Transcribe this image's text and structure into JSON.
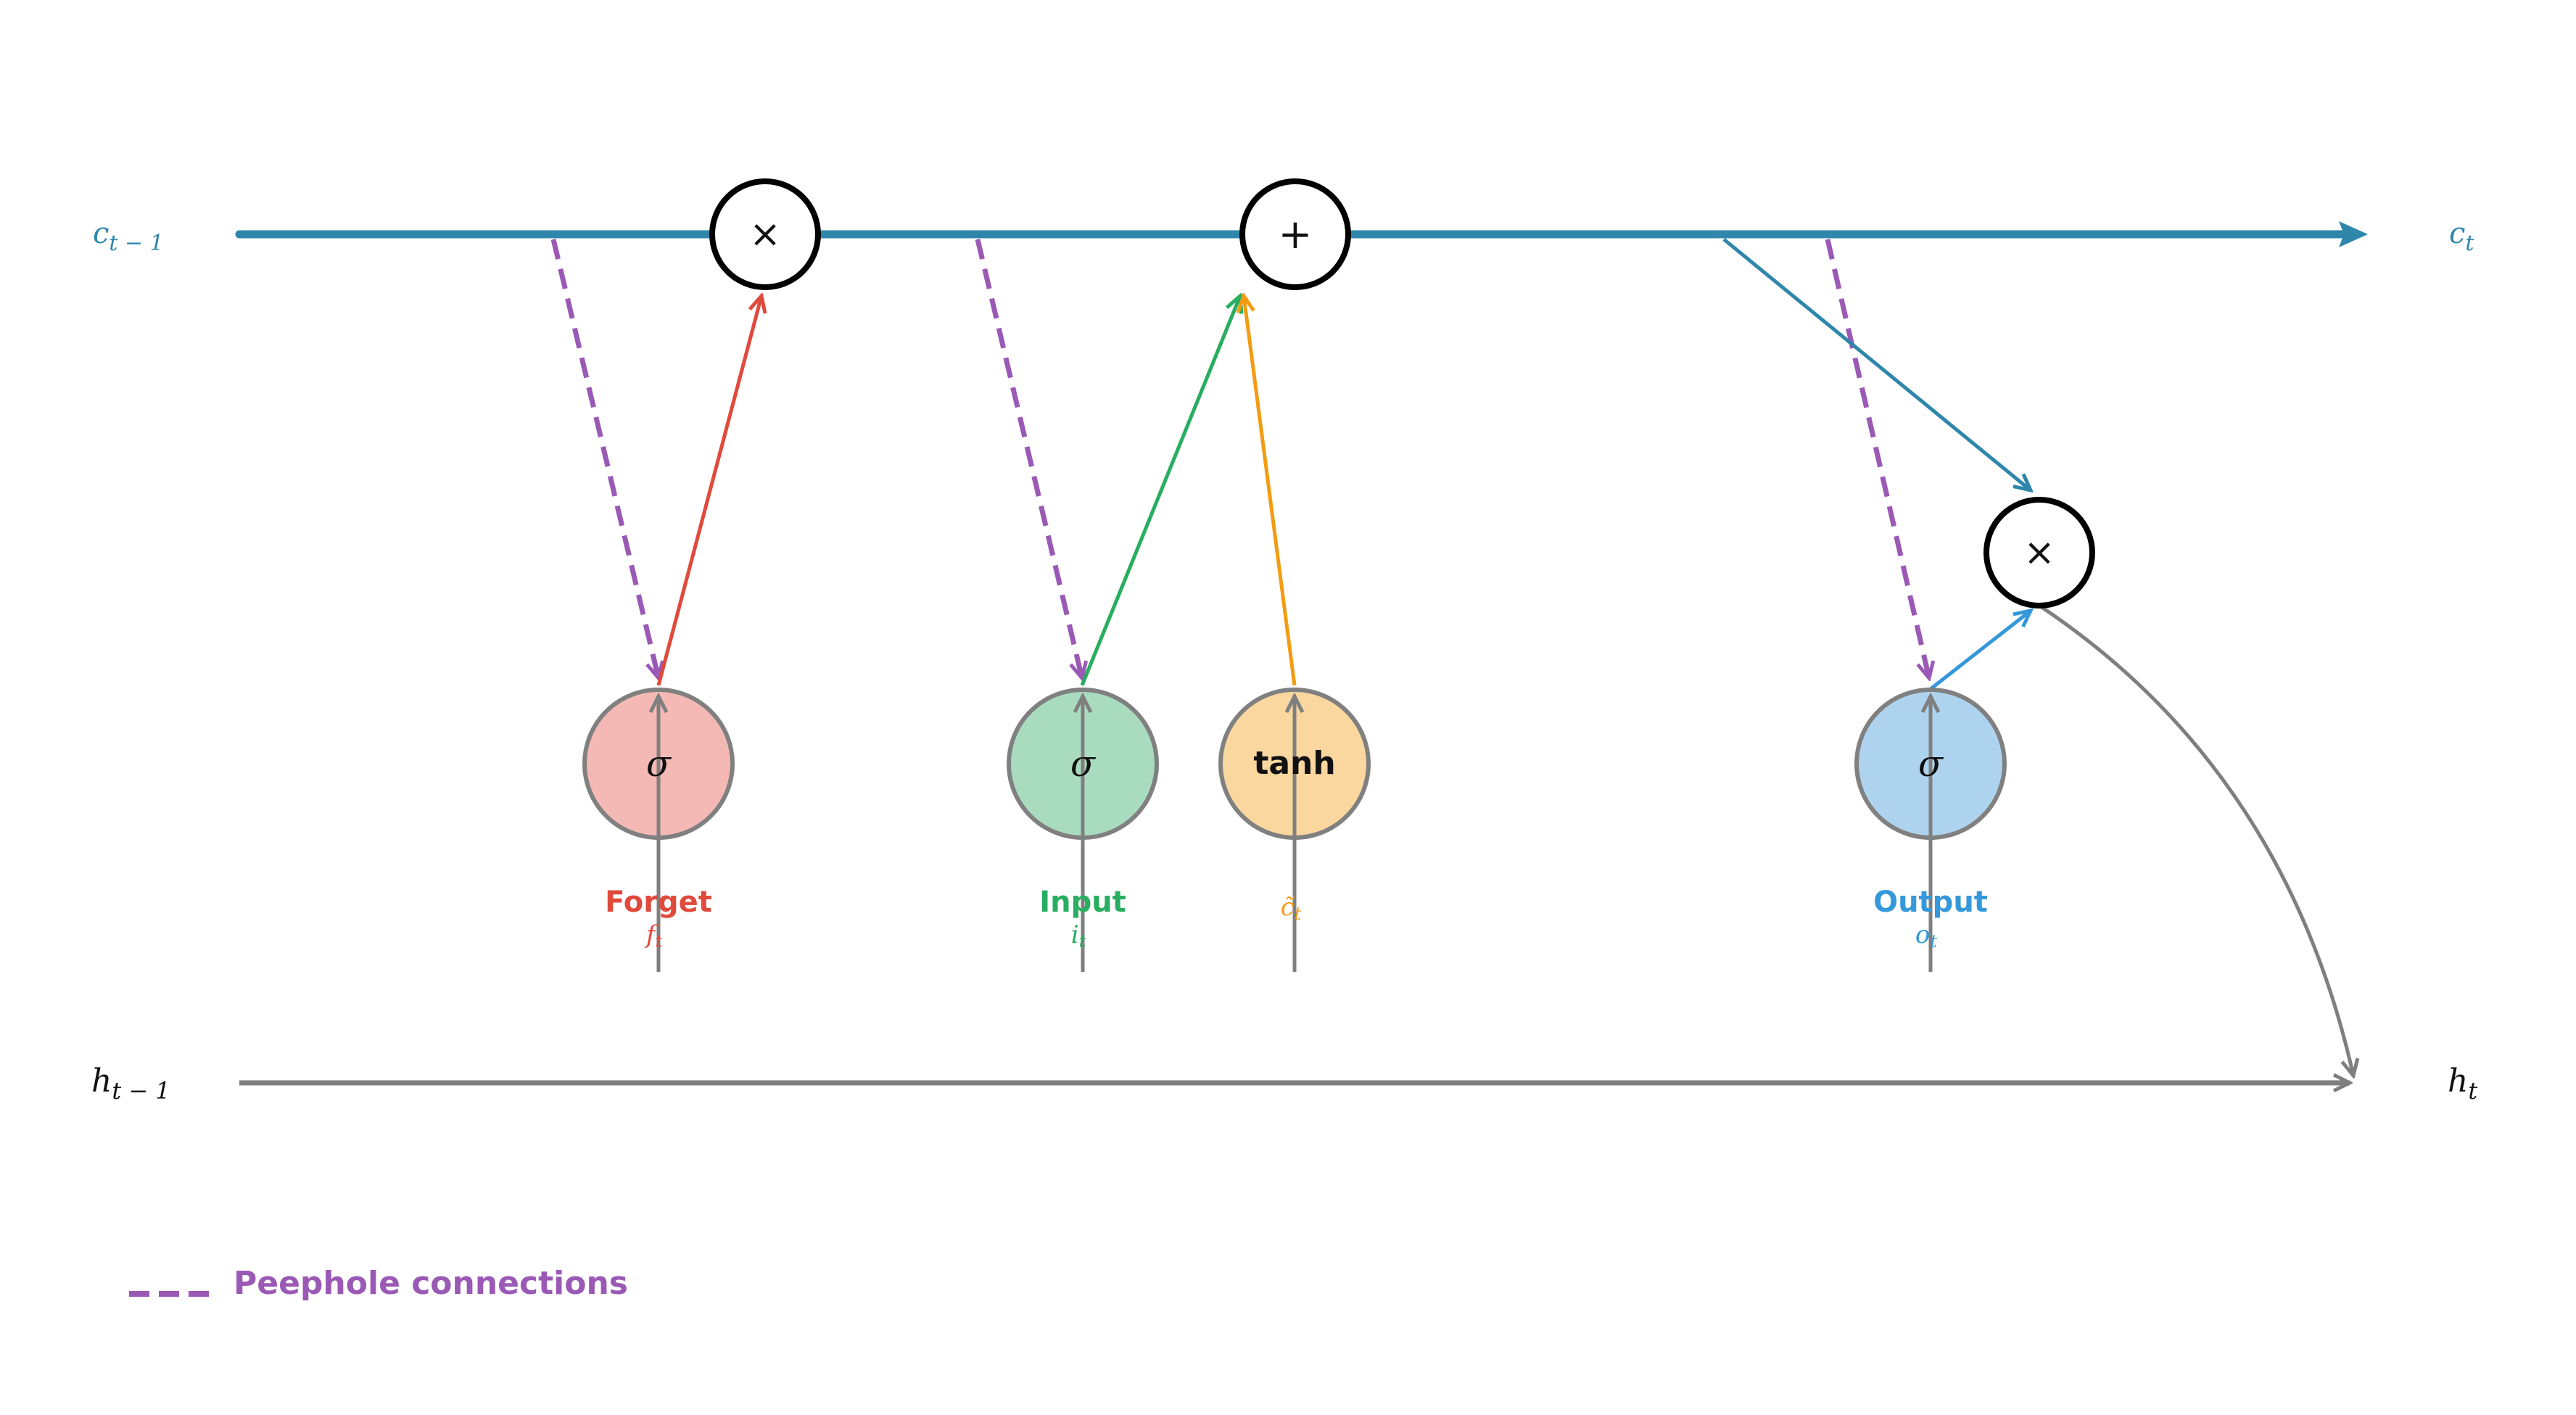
{
  "cell_state": {
    "input_label": "c",
    "input_sub": "t − 1",
    "output_label": "c",
    "output_sub": "t",
    "color": "#2e86ab"
  },
  "hidden_state": {
    "input_label": "h",
    "input_sub": "t − 1",
    "output_label": "h",
    "output_sub": "t",
    "color": "#7f7f7f"
  },
  "operators": {
    "forget_multiply": "×",
    "add": "+",
    "output_multiply": "×"
  },
  "gates": [
    {
      "id": "forget",
      "symbol": "σ",
      "name": "Forget",
      "var": "f",
      "var_sub": "t",
      "fill": "#f4b9b5",
      "color": "#e04a3c"
    },
    {
      "id": "input",
      "symbol": "σ",
      "name": "Input",
      "var": "i",
      "var_sub": "t",
      "fill": "#a9dcbf",
      "color": "#27ae60"
    },
    {
      "id": "candidate",
      "symbol": "tanh",
      "name": "",
      "var": "c̃",
      "var_sub": "t",
      "fill": "#f9d79f",
      "color": "#f39c12"
    },
    {
      "id": "output",
      "symbol": "σ",
      "name": "Output",
      "var": "o",
      "var_sub": "t",
      "fill": "#aed3ee",
      "color": "#3498db"
    }
  ],
  "legend": {
    "label": "Peephole connections",
    "color": "#9b59b6"
  }
}
